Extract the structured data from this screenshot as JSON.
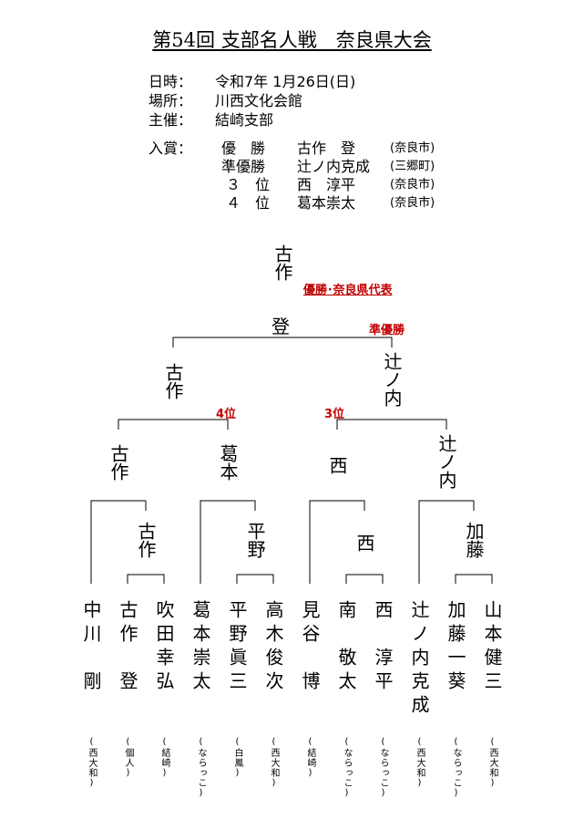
{
  "title": "第54回 支部名人戦　奈良県大会",
  "info": {
    "date_label": "日時：",
    "date_value": "令和7年 1月26日(日)",
    "venue_label": "場所：",
    "venue_value": "川西文化会館",
    "host_label": "主催：",
    "host_value": "結崎支部",
    "prize_label": "入賞："
  },
  "prizes": [
    {
      "rank": "優　勝",
      "name": "古作　登",
      "city": "(奈良市)"
    },
    {
      "rank": "準優勝",
      "name": "辻ノ内克成",
      "city": "(三郷町)"
    },
    {
      "rank": "３　位",
      "name": "西　淳平",
      "city": "(奈良市)"
    },
    {
      "rank": "４　位",
      "name": "葛本崇太",
      "city": "(奈良市)"
    }
  ],
  "bracket": {
    "champion": "古作",
    "champion_last": "登",
    "champion_label": "優勝･奈良県代表",
    "runner_up_label": "準優勝",
    "semi_left": "古作",
    "semi_right": "辻ノ内",
    "fourth_label": "4位",
    "third_label": "3位",
    "qf": [
      "古作",
      "葛本",
      "西",
      "辻ノ内"
    ],
    "r2": [
      "古作",
      "平野",
      "西",
      "加藤"
    ]
  },
  "players": [
    {
      "name": "中川　剛",
      "club": "(西大和)"
    },
    {
      "name": "古作　登",
      "club": "(個人)"
    },
    {
      "name": "吹田幸弘",
      "club": "(結崎)"
    },
    {
      "name": "葛本崇太",
      "club": "(ならっこ)"
    },
    {
      "name": "平野眞三",
      "club": "(白鳳)"
    },
    {
      "name": "高木俊次",
      "club": "(西大和)"
    },
    {
      "name": "見谷　博",
      "club": "(結崎)"
    },
    {
      "name": "南　敬太",
      "club": "(ならっこ)"
    },
    {
      "name": "西　淳平",
      "club": "(ならっこ)"
    },
    {
      "name": "辻ノ内克成",
      "club": "(西大和)"
    },
    {
      "name": "加藤一葵",
      "club": "(ならっこ)"
    },
    {
      "name": "山本健三",
      "club": "(西大和)"
    }
  ]
}
